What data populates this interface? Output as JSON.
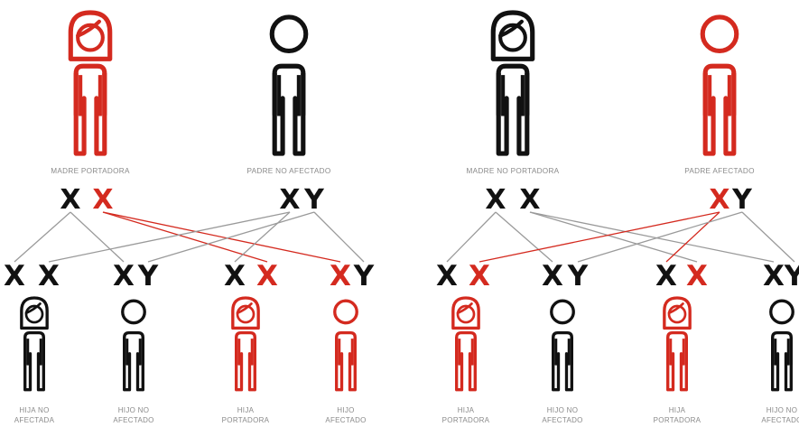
{
  "colors": {
    "red": "#d42a1f",
    "black": "#111111",
    "line_gray": "#9a9a9a",
    "caption": "#8a8a8a"
  },
  "left": {
    "parents": [
      {
        "label": "MADRE PORTADORA",
        "figure": "female",
        "color": "red",
        "alleles": [
          {
            "text": "X",
            "color": "black"
          },
          {
            "text": "X",
            "color": "red"
          }
        ]
      },
      {
        "label": "PADRE NO AFECTADO",
        "figure": "male",
        "color": "black",
        "alleles": [
          {
            "text": "X",
            "color": "black"
          },
          {
            "text": "Y",
            "color": "black"
          }
        ]
      }
    ],
    "children": [
      {
        "label": [
          "HIJA NO",
          "AFECTADA"
        ],
        "figure": "female",
        "color": "black",
        "alleles": [
          {
            "text": "X",
            "color": "black"
          },
          {
            "text": "X",
            "color": "black"
          }
        ]
      },
      {
        "label": [
          "HIJO NO",
          "AFECTADO"
        ],
        "figure": "male",
        "color": "black",
        "alleles": [
          {
            "text": "X",
            "color": "black"
          },
          {
            "text": "Y",
            "color": "black"
          }
        ]
      },
      {
        "label": [
          "HIJA",
          "PORTADORA"
        ],
        "figure": "female",
        "color": "red",
        "alleles": [
          {
            "text": "X",
            "color": "black"
          },
          {
            "text": "X",
            "color": "red"
          }
        ]
      },
      {
        "label": [
          "HIJO",
          "AFECTADO"
        ],
        "figure": "male",
        "color": "red",
        "alleles": [
          {
            "text": "X",
            "color": "red"
          },
          {
            "text": "Y",
            "color": "black"
          }
        ]
      }
    ]
  },
  "right": {
    "parents": [
      {
        "label": "MADRE NO PORTADORA",
        "figure": "female",
        "color": "black",
        "alleles": [
          {
            "text": "X",
            "color": "black"
          },
          {
            "text": "X",
            "color": "black"
          }
        ]
      },
      {
        "label": "PADRE AFECTADO",
        "figure": "male",
        "color": "red",
        "alleles": [
          {
            "text": "X",
            "color": "red"
          },
          {
            "text": "Y",
            "color": "black"
          }
        ]
      }
    ],
    "children": [
      {
        "label": [
          "HIJA",
          "PORTADORA"
        ],
        "figure": "female",
        "color": "red",
        "alleles": [
          {
            "text": "X",
            "color": "black"
          },
          {
            "text": "X",
            "color": "red"
          }
        ]
      },
      {
        "label": [
          "HIJO NO",
          "AFECTADO"
        ],
        "figure": "male",
        "color": "black",
        "alleles": [
          {
            "text": "X",
            "color": "black"
          },
          {
            "text": "Y",
            "color": "black"
          }
        ]
      },
      {
        "label": [
          "HIJA",
          "PORTADORA"
        ],
        "figure": "female",
        "color": "red",
        "alleles": [
          {
            "text": "X",
            "color": "black"
          },
          {
            "text": "X",
            "color": "red"
          }
        ]
      },
      {
        "label": [
          "HIJO NO",
          "AFECTADO"
        ],
        "figure": "male",
        "color": "black",
        "alleles": [
          {
            "text": "X",
            "color": "black"
          },
          {
            "text": "Y",
            "color": "black"
          }
        ]
      }
    ]
  }
}
